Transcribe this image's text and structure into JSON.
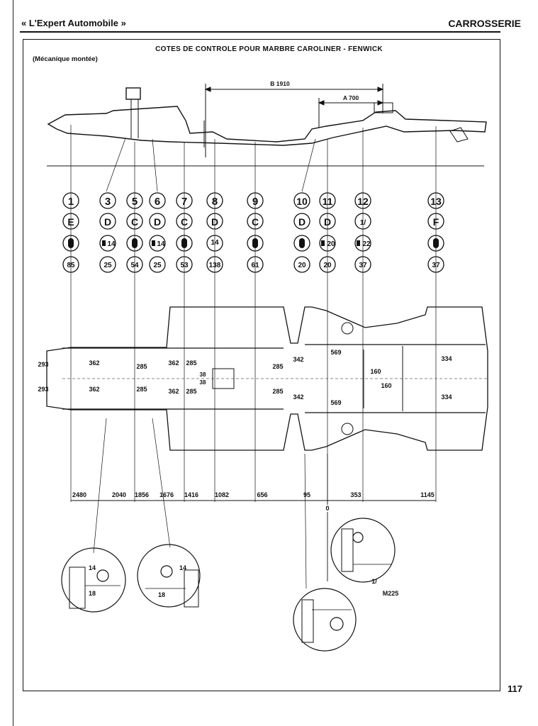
{
  "header": {
    "publication": "« L'Expert Automobile »",
    "section": "CARROSSERIE"
  },
  "title": "COTES DE CONTROLE POUR MARBRE CAROLINER - FENWICK",
  "subtitle": "(Mécanique montée)",
  "page_number": "117",
  "dimensions_top": {
    "b_label": "B 1910",
    "a_label": "A 700"
  },
  "points": [
    {
      "num": "1",
      "letter": "E",
      "tool": "",
      "height": "85"
    },
    {
      "num": "3",
      "letter": "D",
      "tool": "14",
      "height": "25"
    },
    {
      "num": "5",
      "letter": "C",
      "tool": "",
      "height": "54"
    },
    {
      "num": "6",
      "letter": "D",
      "tool": "14",
      "height": "25"
    },
    {
      "num": "7",
      "letter": "C",
      "tool": "",
      "height": "53"
    },
    {
      "num": "8",
      "letter": "D",
      "tool": "14",
      "height": "138"
    },
    {
      "num": "9",
      "letter": "C",
      "tool": "",
      "height": "61"
    },
    {
      "num": "10",
      "letter": "D",
      "tool": "",
      "height": "20"
    },
    {
      "num": "11",
      "letter": "D",
      "tool": "20",
      "height": "20"
    },
    {
      "num": "12",
      "letter": "1/",
      "tool": "22",
      "height": "37"
    },
    {
      "num": "13",
      "letter": "F",
      "tool": "",
      "height": "37"
    }
  ],
  "plan_dims": {
    "w293": "293",
    "w362": "362",
    "w285": "285",
    "w38": "38",
    "w342": "342",
    "w569": "569",
    "w160": "160",
    "w334": "334"
  },
  "bottom_dims": [
    "2480",
    "2040",
    "1856",
    "1676",
    "1416",
    "1082",
    "656",
    "95",
    "353",
    "1145"
  ],
  "zero_label": "0",
  "detail_labels": {
    "bolt": "14",
    "spacing": "18",
    "ref": "1/",
    "model": "M225"
  }
}
